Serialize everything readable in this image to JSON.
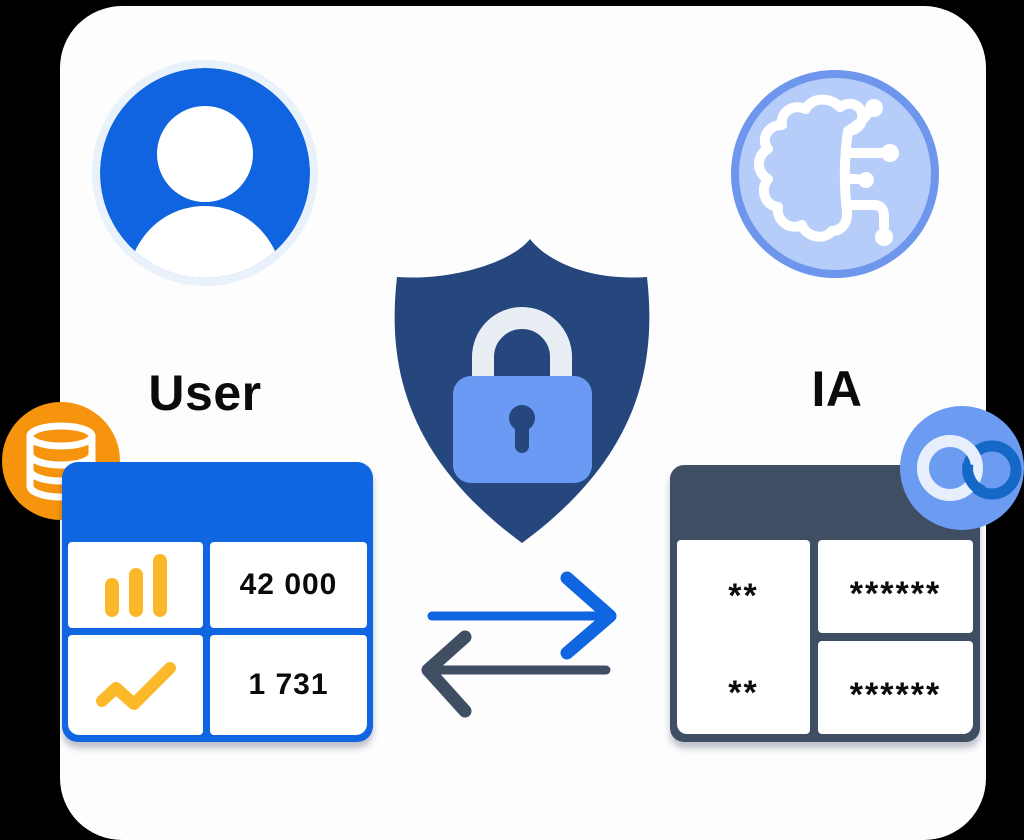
{
  "entities": {
    "user": {
      "label": "User",
      "icon": "user-avatar-icon",
      "accent": "#1164DF"
    },
    "ai": {
      "label": "IA",
      "icon": "brain-circuit-icon",
      "accent": "#B7CDF9",
      "border": "#6D96EC"
    }
  },
  "security": {
    "icon": "shield-lock-icon",
    "shield_color": "#25477E",
    "lock_body_color": "#6B9AF4",
    "shackle_color": "#E9EDF4"
  },
  "exchange": {
    "to_ai_icon": "arrow-right-icon",
    "to_ai_color": "#1065E0",
    "to_user_icon": "arrow-left-icon",
    "to_user_color": "#404E63"
  },
  "user_table": {
    "frame_color": "#1065E0",
    "badge_icon": "database-icon",
    "badge_color": "#F7940D",
    "chart_icon_color": "#FBB92A",
    "rows": [
      {
        "icon": "bar-chart-icon",
        "value": "42 000"
      },
      {
        "icon": "line-chart-icon",
        "value": "1 731"
      }
    ]
  },
  "ia_table": {
    "frame_color": "#404E63",
    "badge_icon": "linked-rings-icon",
    "badge_color": "#6C9BF2",
    "rows": [
      {
        "masked_key": "**",
        "masked_value": "******"
      },
      {
        "masked_key": "**",
        "masked_value": "******"
      }
    ]
  }
}
